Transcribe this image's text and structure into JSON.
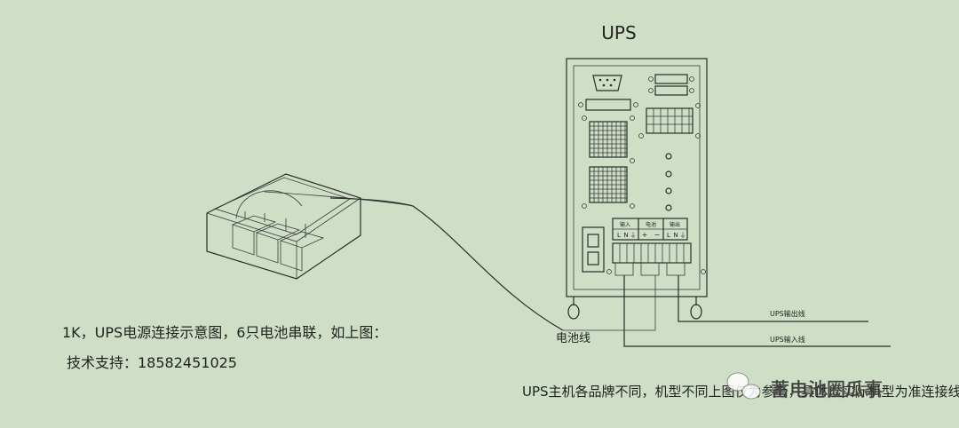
{
  "title": "UPS",
  "caption_line1": "1K，UPS电源连接示意图，6只电池串联，如上图：",
  "caption_line2": "技术支持：18582451025",
  "footer_note": "UPS主机各品牌不同，机型不同上图仅为参考，具体以实际机型为准连接线。",
  "battery_cable_label": "电池线",
  "output_line_label": "UPS输出线",
  "input_line_label": "UPS输入线",
  "terminal_labels": {
    "input": "输入",
    "battery": "电池",
    "output": "输出"
  },
  "watermark": "蓄电池圈瓜事",
  "colors": {
    "background": "#cfdfc5",
    "line": "#2a2a2a"
  }
}
